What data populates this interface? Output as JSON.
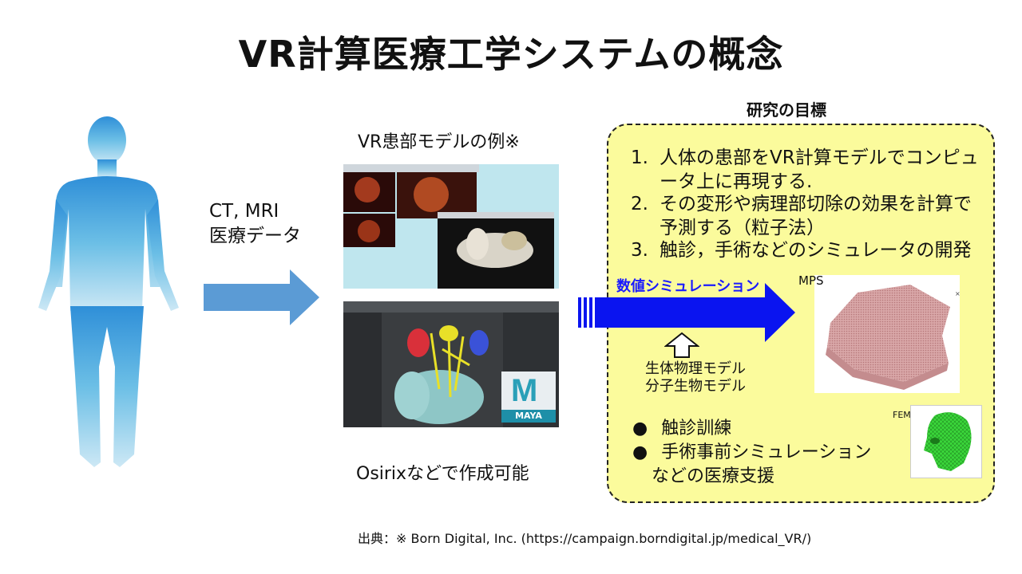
{
  "title": "VR計算医療工学システムの概念",
  "input": {
    "line1": "CT, MRI",
    "line2": "医療データ"
  },
  "example": {
    "title": "VR患部モデルの例※",
    "maya_logo_text": "MAYA",
    "caption": "Osirixなどで作成可能"
  },
  "goals": {
    "title": "研究の目標",
    "items": [
      {
        "num": "1.",
        "text": "人体の患部をVR計算モデルでコンピュータ上に再現する."
      },
      {
        "num": "2.",
        "text": "その変形や病理部切除の効果を計算で予測する（粒子法）"
      },
      {
        "num": "3.",
        "text": "触診，手術などのシミュレータの開発"
      }
    ],
    "bullets": [
      {
        "mark": "●",
        "text": "触診訓練"
      },
      {
        "mark": "●",
        "text": "手術事前シミュレーション"
      },
      {
        "mark": "",
        "text": "などの医療支援"
      }
    ]
  },
  "simulation": {
    "label": "数値シミュレーション",
    "model_line1": "生体物理モデル",
    "model_line2": "分子生物モデル"
  },
  "methods": {
    "mps": "MPS",
    "fem": "FEM"
  },
  "source": "出典：※ Born Digital, Inc. (https://campaign.borndigital.jp/medical_VR/)",
  "colors": {
    "accent_blue": "#0a14f0",
    "arrow_blue": "#5b9bd5",
    "goal_box": "#fbfb9c",
    "sim_label": "#1a1aff"
  }
}
